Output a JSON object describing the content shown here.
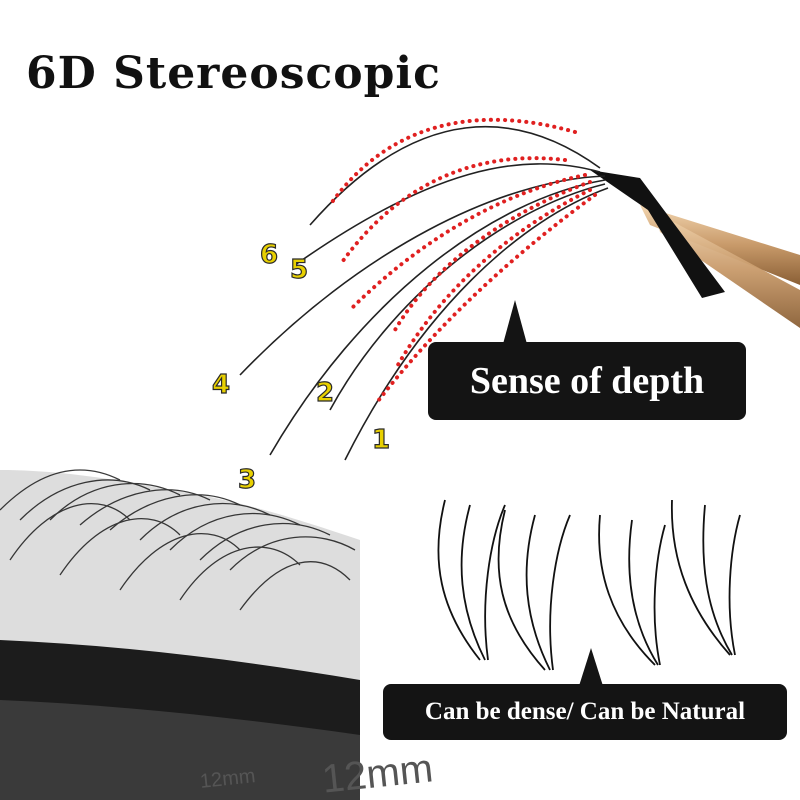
{
  "title": "6D Stereoscopic",
  "callouts": {
    "depth": "Sense of depth",
    "density": "Can be dense/ Can be Natural"
  },
  "layer_numbers": [
    "1",
    "2",
    "3",
    "4",
    "5",
    "6"
  ],
  "length_marks": [
    "12mm",
    "12mm"
  ],
  "colors": {
    "background": "#ffffff",
    "callout_bg": "#141414",
    "callout_text": "#ffffff",
    "number_fill": "#e8d000",
    "guide_dots": "#e02020",
    "tweezers": "#c89a6a"
  },
  "icons": [
    "tweezers-icon",
    "lash-strip-icon",
    "lash-fan-icon"
  ]
}
